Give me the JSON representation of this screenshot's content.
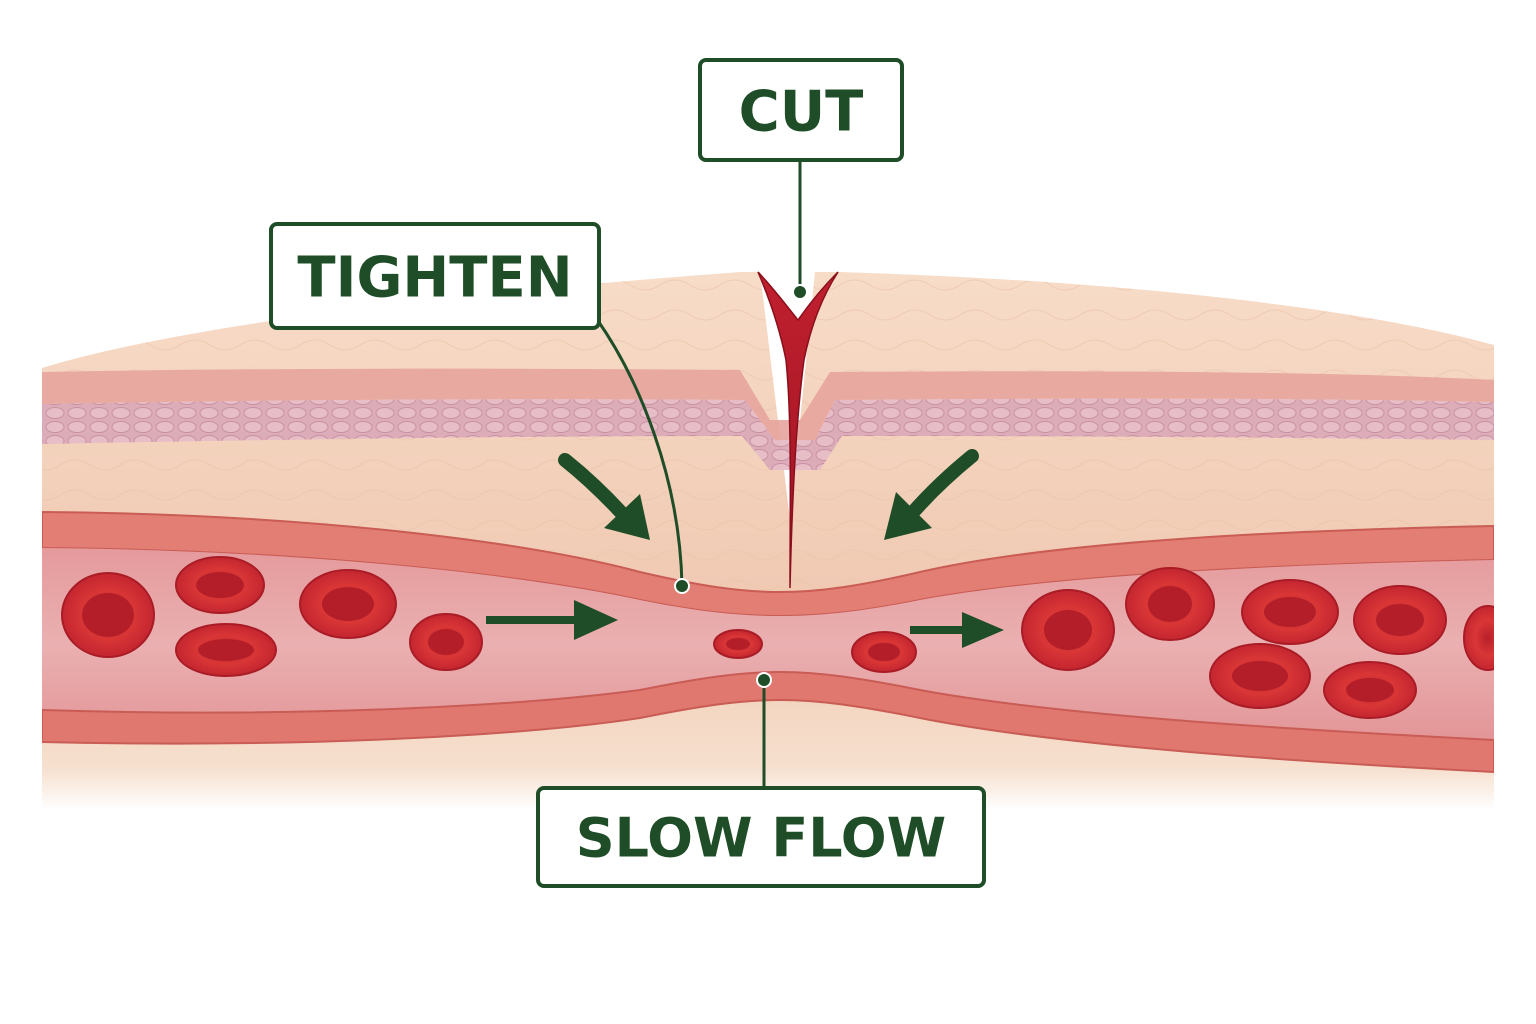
{
  "labels": {
    "cut": "CUT",
    "tighten": "TIGHTEN",
    "slow_flow": "SLOW FLOW"
  },
  "colors": {
    "label_green": "#1f4d27",
    "skin_surface": "#f5d3bd",
    "dermis_pink": "#e9a8a0",
    "cell_layer": "#d9a3b4",
    "vessel_wall": "#e07b72",
    "vessel_lumen": "#e8a3a6",
    "blood_cell": "#d62f2f",
    "wound": "#b3192a",
    "background": "#ffffff"
  },
  "icons": [
    "arrow-inward-left-icon",
    "arrow-inward-right-icon",
    "flow-arrow-left-icon",
    "flow-arrow-right-icon",
    "blood-cell-icon"
  ]
}
